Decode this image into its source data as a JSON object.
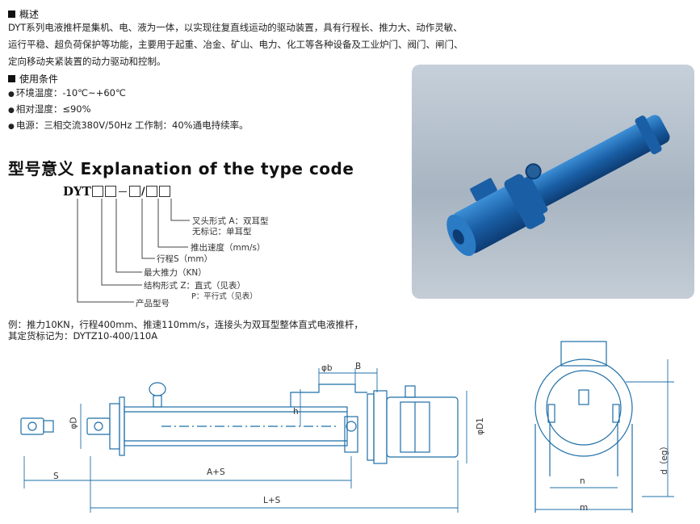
{
  "overview": {
    "heading": "概述",
    "lines": [
      "DYT系列电液推杆是集机、电、液为一体，以实现往复直线运动的驱动装置，具有行程长、推力大、动作灵敏、",
      "运行平稳、超负荷保护等功能，主要用于起重、冶金、矿山、电力、化工等各种设备及工业炉门、阀门、闸门、",
      "定向移动夹紧装置的动力驱动和控制。"
    ]
  },
  "conditions": {
    "heading": "使用条件",
    "items": [
      "环境温度：-10℃~+60℃",
      "相对湿度：≤90%",
      "电源：三相交流380V/50Hz   工作制：40%通电持续率。"
    ]
  },
  "type_code": {
    "title": "型号意义 Explanation of the type code",
    "prefix": "DYT",
    "dash": "—",
    "slash": "/",
    "labels": {
      "head_form": "叉头形式 A：双耳型",
      "head_form_2": "无标记：单耳型",
      "speed": "推出速度（mm/s）",
      "stroke": "行程S（mm）",
      "thrust": "最大推力（KN）",
      "structure": "结构形式 Z：直式（见表）",
      "structure_2": "P：平行式（见表）",
      "model": "产品型号"
    }
  },
  "example": {
    "line1": "例：推力10KN，行程400mm、推速110mm/s，连接头为双耳型整体直式电液推杆，",
    "line2": "其定货标记为：DYTZ10-400/110A"
  },
  "dimensions": {
    "S": "S",
    "A_S": "A+S",
    "L_S": "L+S",
    "phiD": "φD",
    "phiD1": "φD1",
    "phib": "φb",
    "B": "B",
    "h": "h",
    "n": "n",
    "m": "m",
    "d_eg": "d（eg）"
  },
  "colors": {
    "drawing_line": "#1f6fa8",
    "text": "#222222"
  }
}
